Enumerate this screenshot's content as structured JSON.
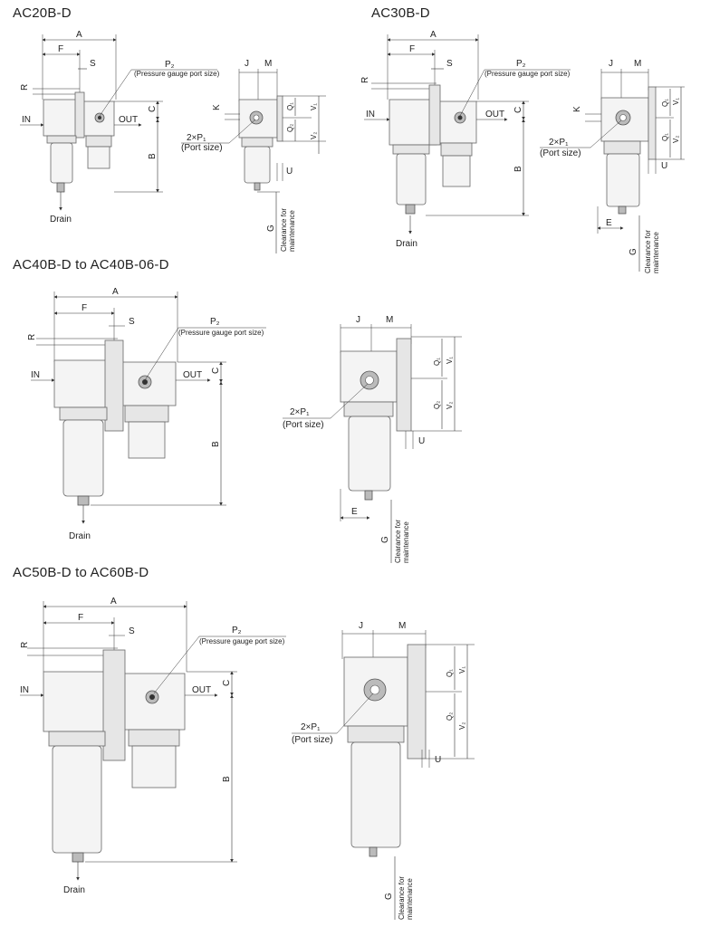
{
  "sections": [
    {
      "id": "ac20",
      "title": "AC20B-D"
    },
    {
      "id": "ac30",
      "title": "AC30B-D"
    },
    {
      "id": "ac40",
      "title": "AC40B-D to AC40B-06-D"
    },
    {
      "id": "ac50",
      "title": "AC50B-D to AC60B-D"
    }
  ],
  "labels": {
    "A": "A",
    "F": "F",
    "S": "S",
    "R": "R",
    "C": "C",
    "B": "B",
    "J": "J",
    "M": "M",
    "K": "K",
    "E": "E",
    "U": "U",
    "G": "G",
    "P2": "P₂",
    "pressure_gauge": "(Pressure gauge port size)",
    "IN": "IN",
    "OUT": "OUT",
    "Drain": "Drain",
    "twoP1": "2×P₁",
    "port_size": "(Port size)",
    "Q1": "Q₁",
    "Q2": "Q₂",
    "V1": "V₁",
    "V2": "V₂",
    "clearance_1": "Clearance for",
    "clearance_2": "maintenance"
  }
}
